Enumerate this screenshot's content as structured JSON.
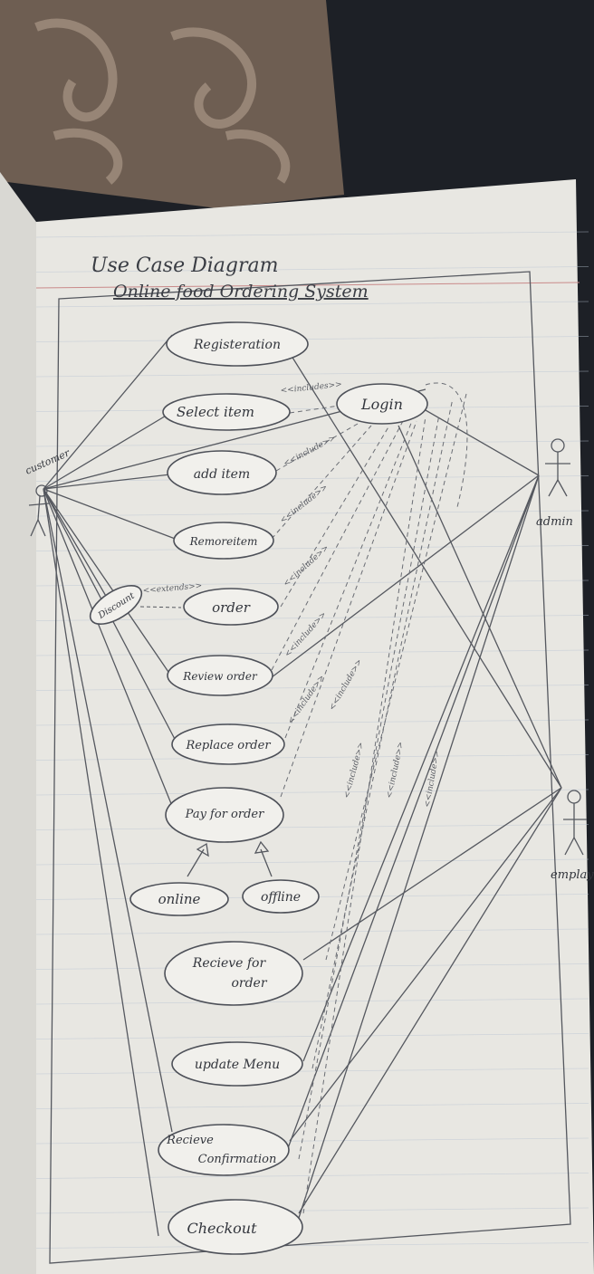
{
  "heading": "Use Case Diagram",
  "system_name": "Online food Ordering System",
  "actors": {
    "customer": "customer",
    "admin": "admin",
    "employee": "emplay"
  },
  "use_cases": {
    "registration": "Registeration",
    "select_item": "Select item",
    "login": "Login",
    "add_item": "add item",
    "remove_item": "Remoreitem",
    "discount": "Discount",
    "order": "order",
    "review_order": "Review order",
    "replace_order": "Replace order",
    "pay_for_order": "Pay for order",
    "online": "online",
    "offline": "offline",
    "receive_for_order_1": "Recieve for",
    "receive_for_order_2": "order",
    "update_menu": "update Menu",
    "receive_confirmation_1": "Recieve",
    "receive_confirmation_2": "Confirmation",
    "checkout": "Checkout"
  },
  "stereotypes": {
    "include": "<<include>>",
    "includes": "<<includes>>",
    "extends": "<<extends>>"
  }
}
